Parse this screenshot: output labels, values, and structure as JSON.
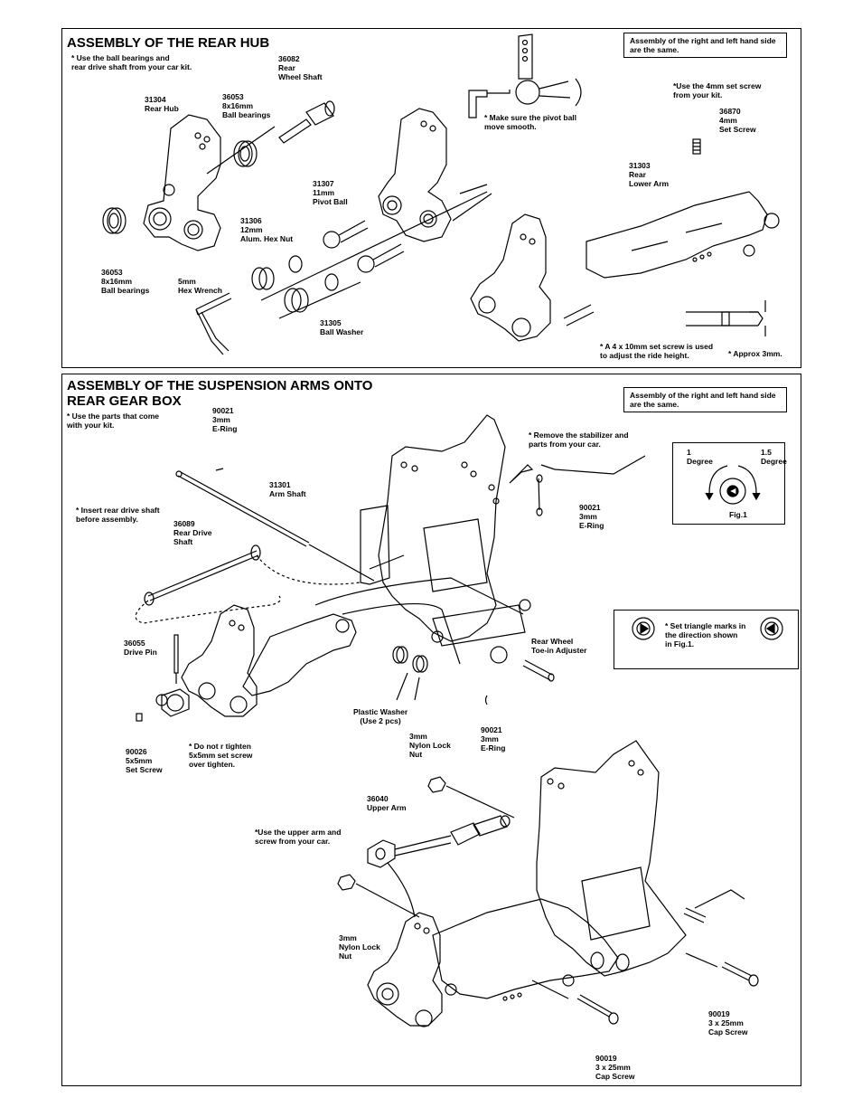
{
  "hub": {
    "title": "ASSEMBLY OF THE REAR HUB",
    "note_bearings": "* Use the ball bearings and\n   rear drive shaft  from your car kit.",
    "note_same": "Assembly of the right and left hand side\nare the same.",
    "note_pivot": "* Make sure the pivot ball\n   move smooth.",
    "note_setscrew": "*Use the 4mm set screw\n  from your kit.",
    "note_ride": "* A 4 x 10mm set screw is used\n  to adjust the ride height.",
    "note_approx": "* Approx 3mm.",
    "parts": {
      "p36082": "36082\nRear\nWheel Shaft",
      "p31304": "31304\nRear Hub",
      "p36053a": "36053\n8x16mm\nBall bearings",
      "p36053b": "36053\n8x16mm\nBall bearings",
      "p31307": "31307\n11mm\nPivot Ball",
      "p31306": "31306\n12mm\nAlum. Hex Nut",
      "p36870": "36870\n4mm\nSet Screw",
      "p31303": "31303\nRear\nLower Arm",
      "wrench": "5mm\nHex Wrench",
      "p31305": "31305\nBall Washer"
    }
  },
  "susp": {
    "title_line1": "ASSEMBLY OF THE SUSPENSION ARMS ONTO",
    "title_line2": "REAR  GEAR BOX",
    "note_kitparts": "* Use the parts that come\n   with your kit.",
    "note_same": "Assembly of the right and left hand side\nare the same.",
    "note_insert": "* Insert rear drive shaft\n   before assembly.",
    "note_stabilizer": "* Remove  the stabilizer and\n   parts  from your car.",
    "note_triangle": "* Set  triangle marks in\n   the direction shown\n   in Fig.1.",
    "note_tighten": "* Do not r tighten\n   5x5mm set screw\n   over tighten.",
    "note_upperarm": "*Use the upper arm and\n  screw from your car.",
    "fig": {
      "left": "1\nDegree",
      "right": "1.5\nDegree",
      "caption": "Fig.1"
    },
    "parts": {
      "p90021a": "90021\n3mm\nE-Ring",
      "p31301": "31301\nArm Shaft",
      "p36089": "36089\nRear Drive\nShaft",
      "p90021b": "90021\n3mm\nE-Ring",
      "p36055": "36055\nDrive Pin",
      "toein": "Rear Wheel\nToe-in Adjuster",
      "washer": "Plastic Washer\n(Use 2 pcs)",
      "p90026": "90026\n5x5mm\nSet Screw",
      "p90021c": "90021\n3mm\nE-Ring",
      "nut3a": "3mm\nNylon Lock\nNut",
      "p36040": "36040\nUpper Arm",
      "nut3b": "3mm\nNylon Lock\nNut",
      "p90019a": "90019\n3 x 25mm\nCap Screw",
      "p90019b": "90019\n3 x 25mm\nCap Screw"
    }
  }
}
